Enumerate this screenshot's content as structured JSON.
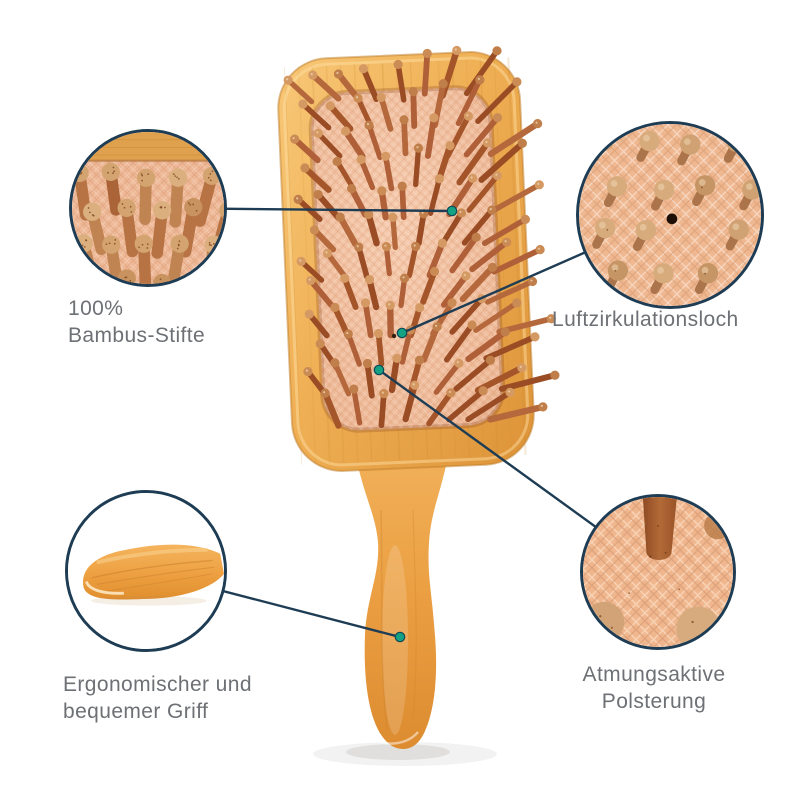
{
  "colors": {
    "line": "#1e3d54",
    "dot": "#15a184",
    "text": "#6d7074",
    "wood": "#eda449",
    "cushion": "#f3c3a4",
    "pin": "#a85c30",
    "background": "#ffffff"
  },
  "callouts": [
    {
      "id": "bamboo-pins",
      "label_lines": [
        "100%",
        "Bambus-Stifte"
      ]
    },
    {
      "id": "air-hole",
      "label_lines": [
        "Luftzirkulationsloch"
      ]
    },
    {
      "id": "ergonomic-handle",
      "label_lines": [
        "Ergonomischer und",
        "bequemer Griff"
      ]
    },
    {
      "id": "breathable-cushion",
      "label_lines": [
        "Atmungsaktive",
        "Polsterung"
      ]
    }
  ]
}
